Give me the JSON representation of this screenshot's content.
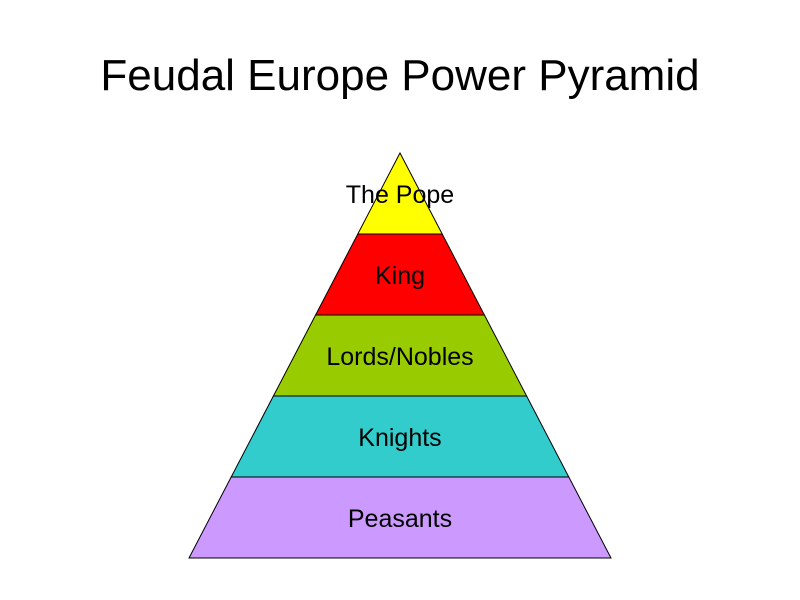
{
  "title": "Feudal Europe Power Pyramid",
  "pyramid": {
    "tiers": [
      {
        "label": "The Pope",
        "color": "#FFFF00"
      },
      {
        "label": "King",
        "color": "#FF0000"
      },
      {
        "label": "Lords/Nobles",
        "color": "#99CC00"
      },
      {
        "label": "Knights",
        "color": "#33CCCC"
      },
      {
        "label": "Peasants",
        "color": "#CC99FF"
      }
    ]
  }
}
